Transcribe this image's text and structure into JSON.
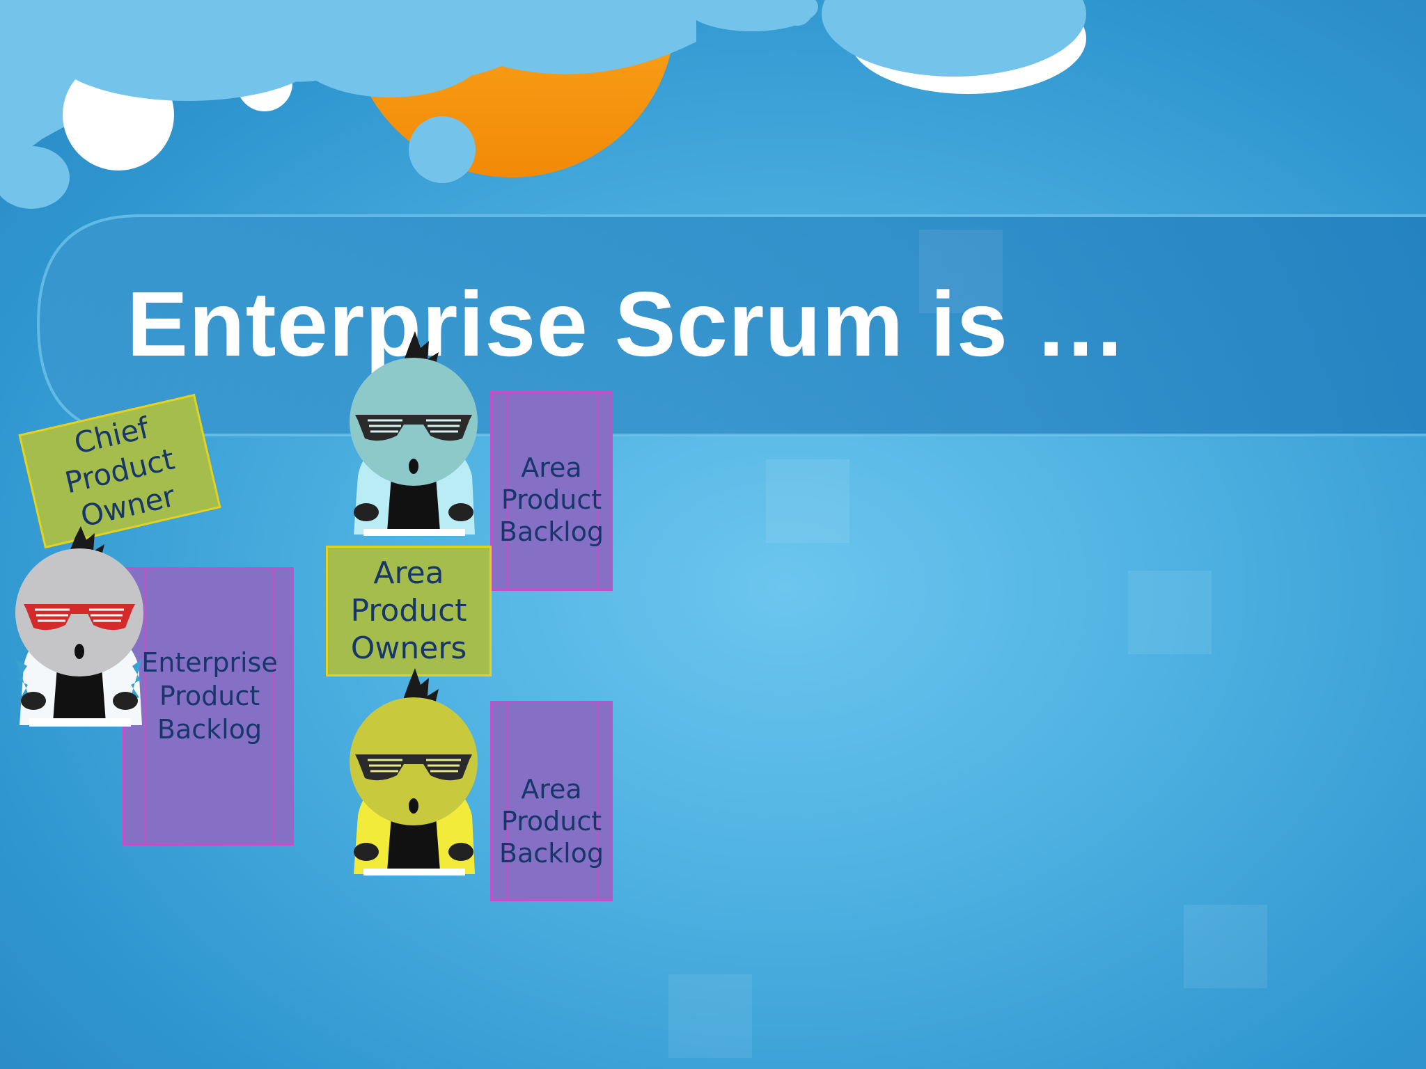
{
  "slide": {
    "title": "Enterprise Scrum is …"
  },
  "notes": {
    "chief_product_owner": {
      "lines": [
        "Chief",
        "Product",
        "Owner"
      ]
    },
    "area_product_owners": {
      "lines": [
        "Area",
        "Product",
        "Owners"
      ]
    }
  },
  "backlogs": {
    "enterprise": {
      "lines": [
        "Enterprise",
        "Product",
        "Backlog"
      ]
    },
    "area_top": {
      "lines": [
        "Area",
        "Product",
        "Backlog"
      ]
    },
    "area_bottom": {
      "lines": [
        "Area",
        "Product",
        "Backlog"
      ]
    }
  },
  "characters": [
    {
      "role": "chief-product-owner",
      "icon": "character-icon",
      "head_color": "#c5c5c8",
      "glasses_color": "#d42a2a",
      "jacket_color": "#ffffff"
    },
    {
      "role": "area-product-owner-top",
      "icon": "character-icon",
      "head_color": "#8ec9c9",
      "glasses_color": "#2a2a2a",
      "jacket_color": "#b9ecf5"
    },
    {
      "role": "area-product-owner-bottom",
      "icon": "character-icon",
      "head_color": "#c9c93d",
      "glasses_color": "#2a2a2a",
      "jacket_color": "#f3eb3a"
    }
  ],
  "colors": {
    "background": "#3aa0d6",
    "title": "#ffffff",
    "sticky_note": "#a4bd4d",
    "backlog_fill": "#8670c6",
    "backlog_border": "#c64ec8",
    "text": "#17376a"
  }
}
